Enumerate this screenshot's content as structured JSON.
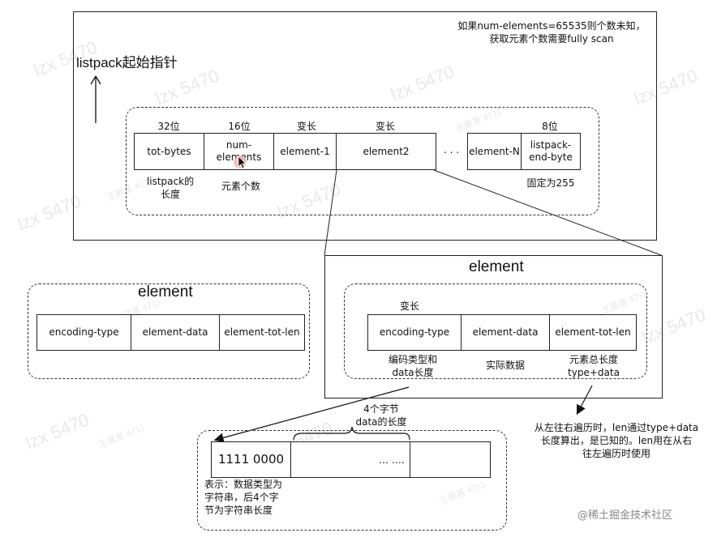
{
  "watermarks": [
    "lzx 5470",
    "王晨基 4711"
  ],
  "top_note": "如果num-elements=65535则个数未知，\n获取元素个数需要fully scan",
  "pointer_label": "listpack起始指针",
  "listpack": {
    "headers": [
      "32位",
      "16位",
      "变长",
      "变长",
      "8位"
    ],
    "cells": [
      "tot-bytes",
      "num-elements",
      "element-1",
      "element2",
      "element-N",
      "listpack-\nend-byte"
    ],
    "ellipsis": ". . .",
    "notes": [
      "listpack的\n长度",
      "元素个数",
      "固定为255"
    ]
  },
  "left_element": {
    "title": "element",
    "cells": [
      "encoding-type",
      "element-data",
      "element-tot-len"
    ]
  },
  "right_element": {
    "title": "element",
    "header": "变长",
    "cells": [
      "encoding-type",
      "element-data",
      "element-tot-len"
    ],
    "notes": [
      "编码类型和\ndata长度",
      "实际数据",
      "元素总长度\ntype+data"
    ]
  },
  "side_note": "从左往右遍历时，len通过type+data\n长度算出，是已知的。len用在从右\n往左遍历时使用",
  "bytes_box": {
    "brace_label": "4个字节\ndata的长度",
    "first_cell": "1111 0000",
    "ellipsis": "… ….",
    "note": "表示：数据类型为\n字符串，后4个字\n节为字符串长度"
  },
  "footer_credit": "@稀土掘金技术社区"
}
